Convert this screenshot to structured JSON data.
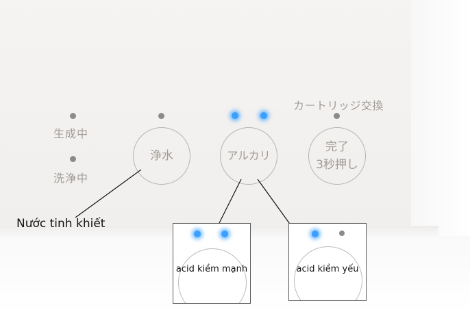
{
  "labels": {
    "generating": "生成中",
    "cleaning": "洗浄中",
    "cartridge_exchange": "カートリッジ交換"
  },
  "buttons": {
    "pure_water": "浄水",
    "alkali": "アルカリ",
    "complete_line1": "完了",
    "complete_line2": "3秒押し"
  },
  "annotations": {
    "pure_water": "Nước tinh khiết",
    "strong_alkaline": "acid kiềm mạnh",
    "weak_alkaline": "acid kiềm yếu"
  },
  "colors": {
    "led_on": "#3aa0ff",
    "led_off": "#8e8a87",
    "panel": "#f4f2f0"
  }
}
